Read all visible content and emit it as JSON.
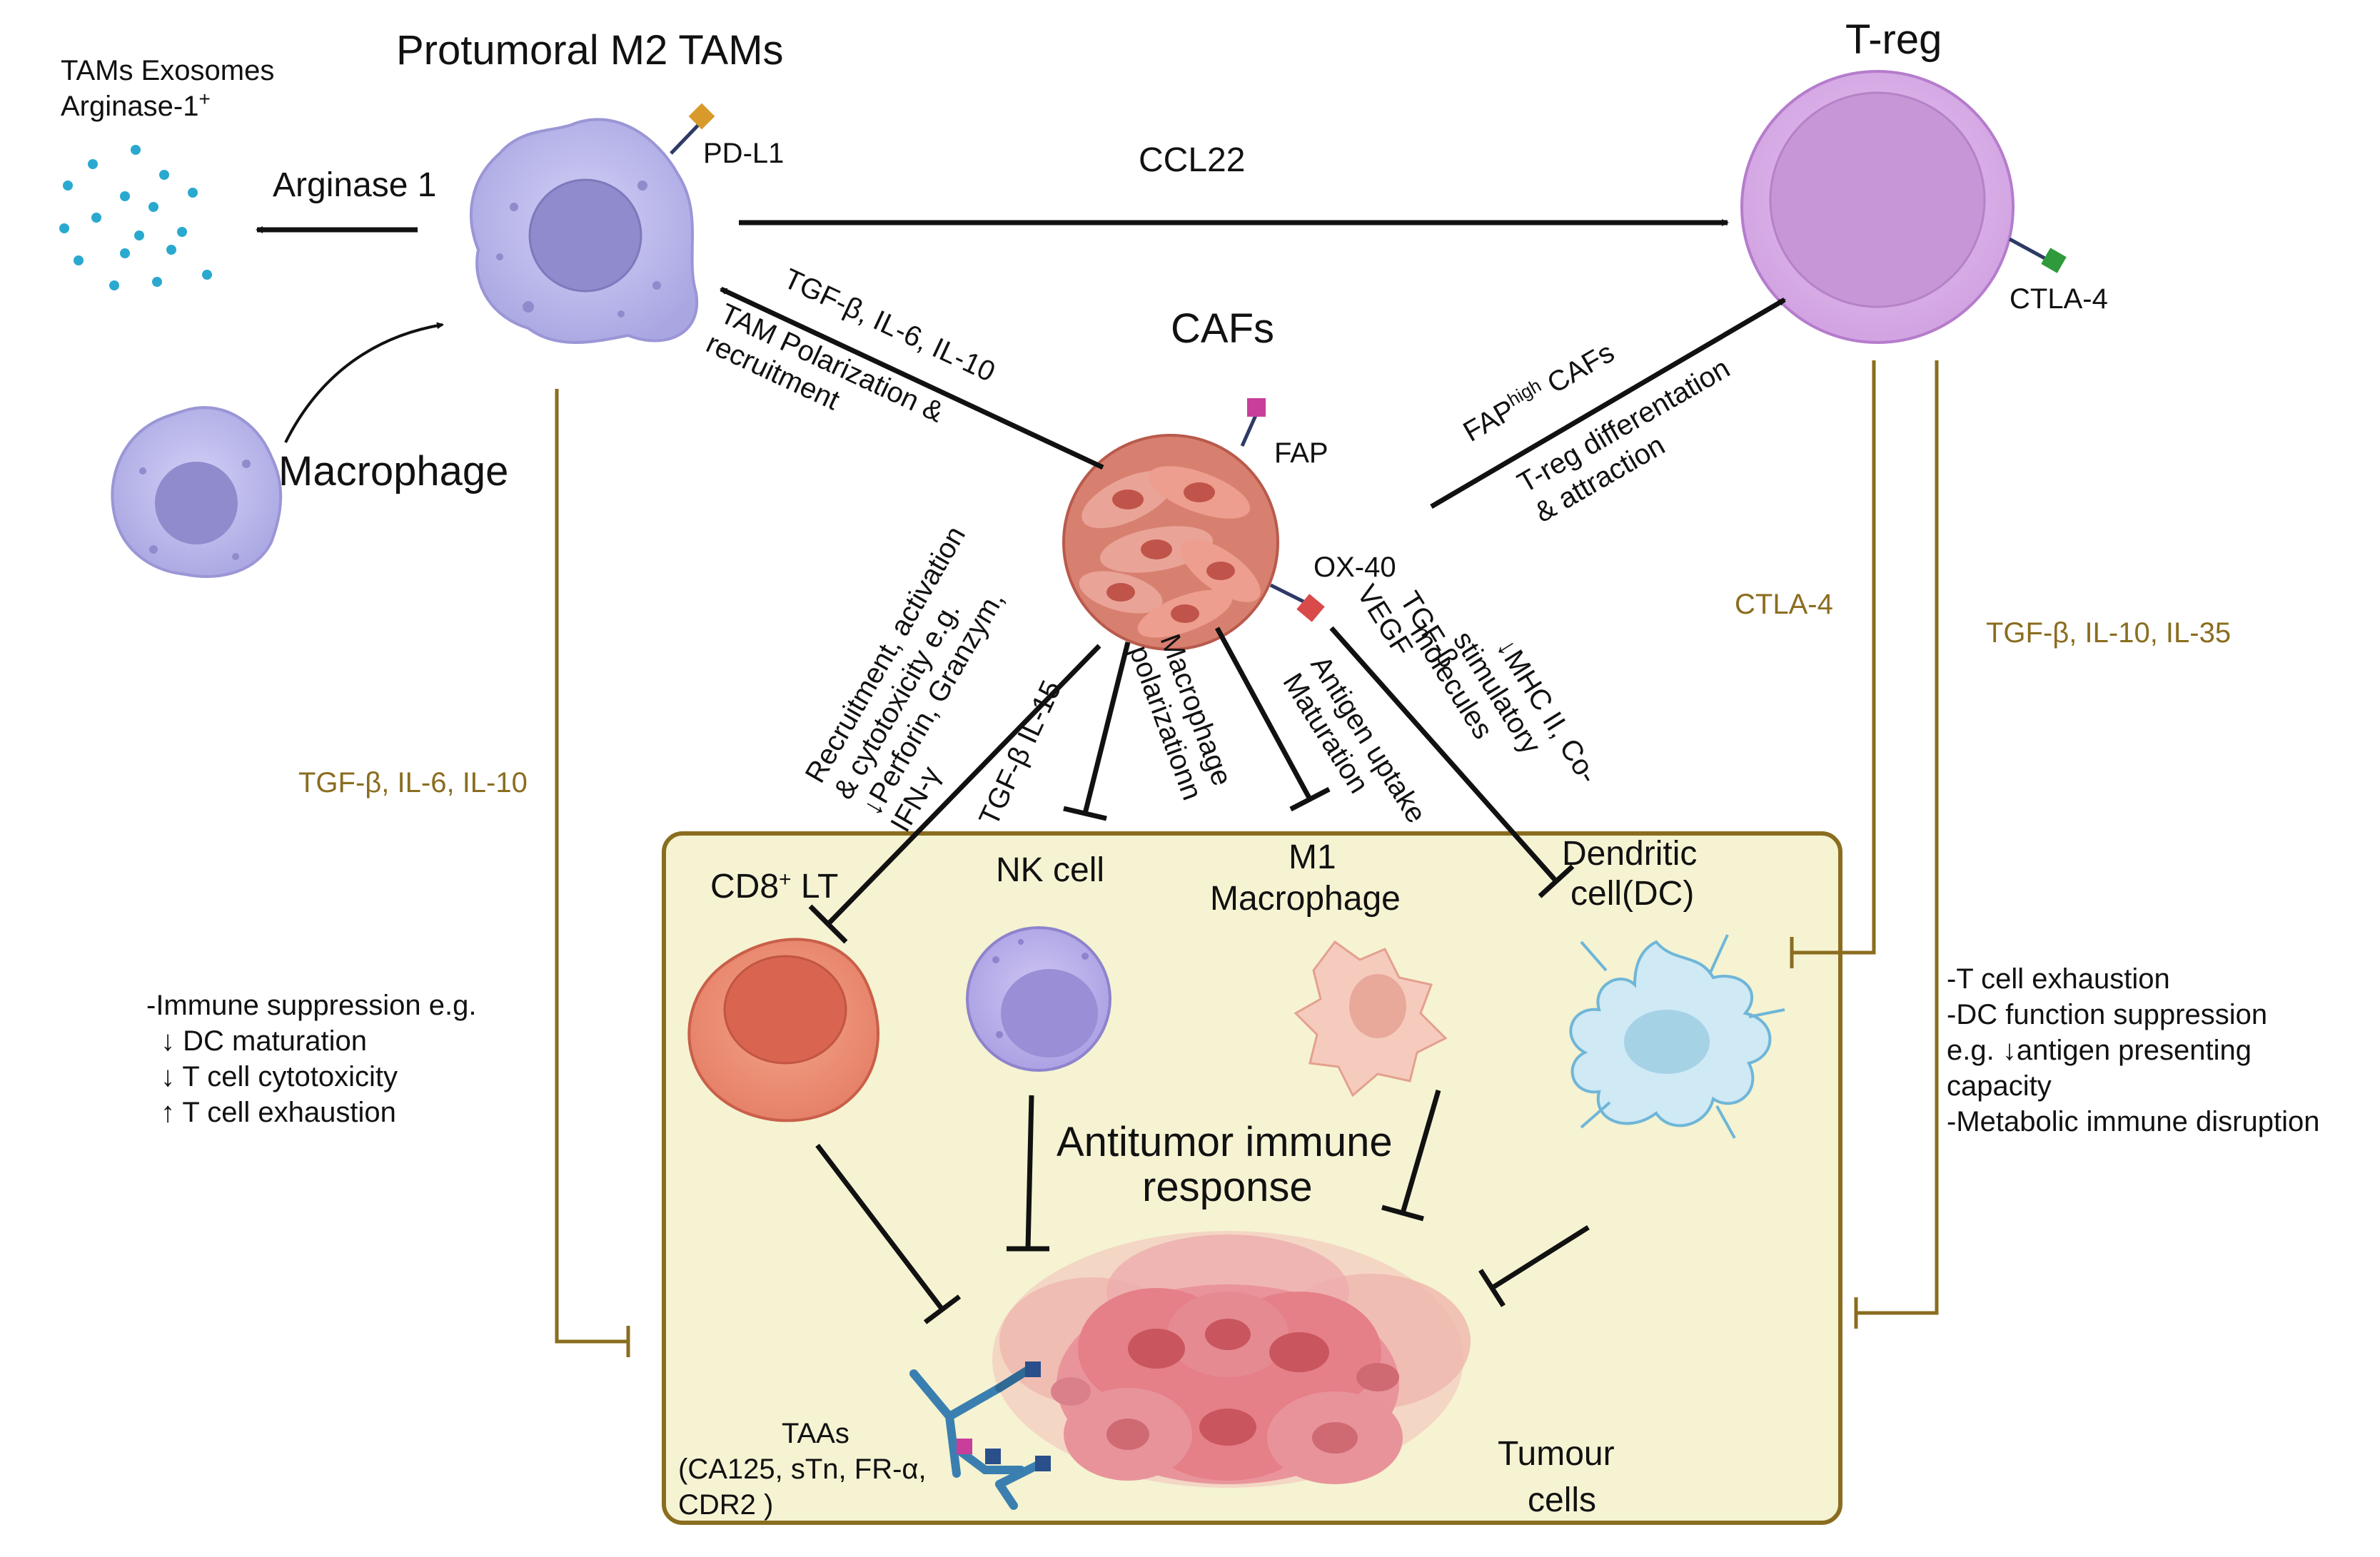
{
  "colors": {
    "gold": "#8a6d1f",
    "box_fill": "#f5f3d2",
    "m2": "#b8b6e8",
    "treg": "#d6a8e4",
    "caf": "#d88070",
    "cd8": "#e88a72",
    "nk": "#b3a8e6",
    "m1": "#f2c5b8",
    "dc": "#c9e6f2",
    "tumor": "#e98a90"
  },
  "cells": {
    "m2": {
      "label": "Protumoral M2 TAMs",
      "receptor": "PD-L1"
    },
    "exosomes": {
      "line1": "TAMs Exosomes",
      "line2": "Arginase-1",
      "sup": "+"
    },
    "macrophage": {
      "label": "Macrophage"
    },
    "treg": {
      "label": "T-reg",
      "receptor": "CTLA-4"
    },
    "cafs": {
      "label": "CAFs",
      "receptor1": "FAP",
      "receptor2": "OX-40"
    },
    "cd8": {
      "label": "CD8",
      "sup": "+",
      "suffix": " LT"
    },
    "nk": {
      "label": "NK cell"
    },
    "m1": {
      "line1": "M1",
      "line2": "Macrophage"
    },
    "dc": {
      "line1": "Dendritic",
      "line2": "cell(DC)"
    },
    "tumour": {
      "line1": "Tumour",
      "line2": "cells"
    }
  },
  "arrows": {
    "arginase": "Arginase 1",
    "ccl22": "CCL22",
    "tam_pol_1": "TGF-β,  IL-6, IL-10",
    "tam_pol_2": "TAM Polarization &",
    "tam_pol_3": "recruitment",
    "treg_diff_head": "FAP",
    "treg_diff_sup": "high",
    "treg_diff_tail": " CAFs",
    "treg_diff_2": "T-reg differentation",
    "treg_diff_3": "& attraction",
    "cd8_1": "Recruitment, activation",
    "cd8_2": "& cytotoxicity e.g.",
    "cd8_3": "↓Perforin, Granzym,",
    "cd8_4": "IFN-γ",
    "nk": "TGF-β IL-15",
    "m1_1": "Macrophage",
    "m1_2": "polarizationn",
    "dc_a1": "Antigen uptake",
    "dc_a2": "Maturation",
    "dc_b1": "TGF-β",
    "dc_b2": "VEGF",
    "dc_c1": "↓MHC II, Co-",
    "dc_c2": "stimulatory",
    "dc_c3": "molecules"
  },
  "side_labels": {
    "m2_cytokines": "TGF-β,  IL-6, IL-10",
    "treg_ctla4": "CTLA-4",
    "treg_cytokines": "TGF-β, IL-10, IL-35"
  },
  "notes": {
    "left": [
      "-Immune suppression e.g.",
      "↓ DC maturation",
      "↓ T cell cytotoxicity",
      "↑ T cell exhaustion"
    ],
    "right": [
      "-T cell exhaustion",
      "-DC function suppression",
      "e.g. ↓antigen presenting",
      "capacity",
      "-Metabolic immune disruption"
    ]
  },
  "box": {
    "title1": "Antitumor immune",
    "title2": "response"
  },
  "taas": {
    "line1": "TAAs",
    "line2": "(CA125, sTn, FR-α,",
    "line3": "CDR2 )"
  }
}
